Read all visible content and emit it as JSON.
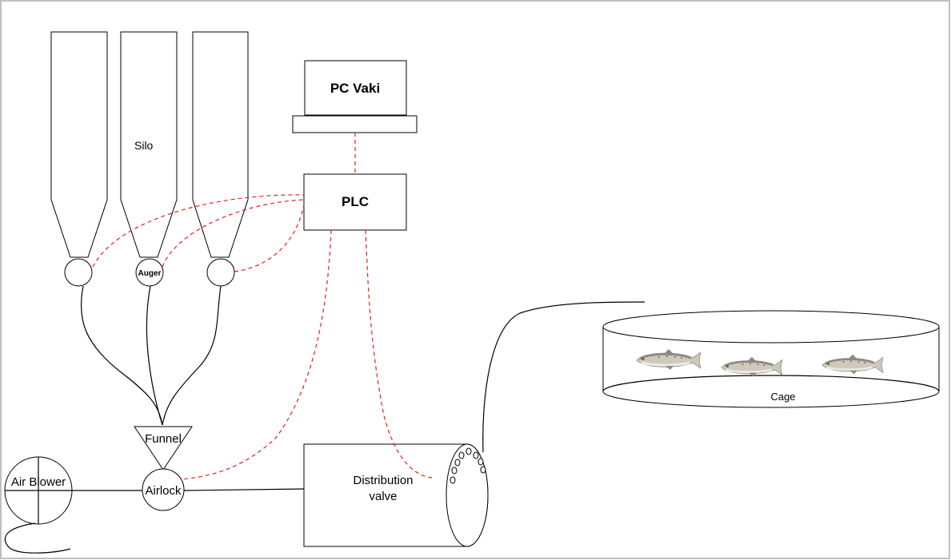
{
  "colors": {
    "frame": "#bfbfbf",
    "line": "#000000",
    "signal": "#e8201a",
    "fish_body": "#cfc9bc",
    "fish_back": "#8a8a84",
    "fish_belly": "#eeeae2",
    "fish_spots": "#4a4a46"
  },
  "labels": {
    "silo": "Silo",
    "auger": "Auger",
    "pc": "PC Vaki",
    "plc": "PLC",
    "funnel": "Funnel",
    "airlock": "Airlock",
    "blower": "Air Blower",
    "valve_line1": "Distribution",
    "valve_line2": "valve",
    "cage": "Cage"
  },
  "icons": {
    "fish": "salmon-icon",
    "blower": "fan-cross-icon"
  },
  "fish_count": 3
}
